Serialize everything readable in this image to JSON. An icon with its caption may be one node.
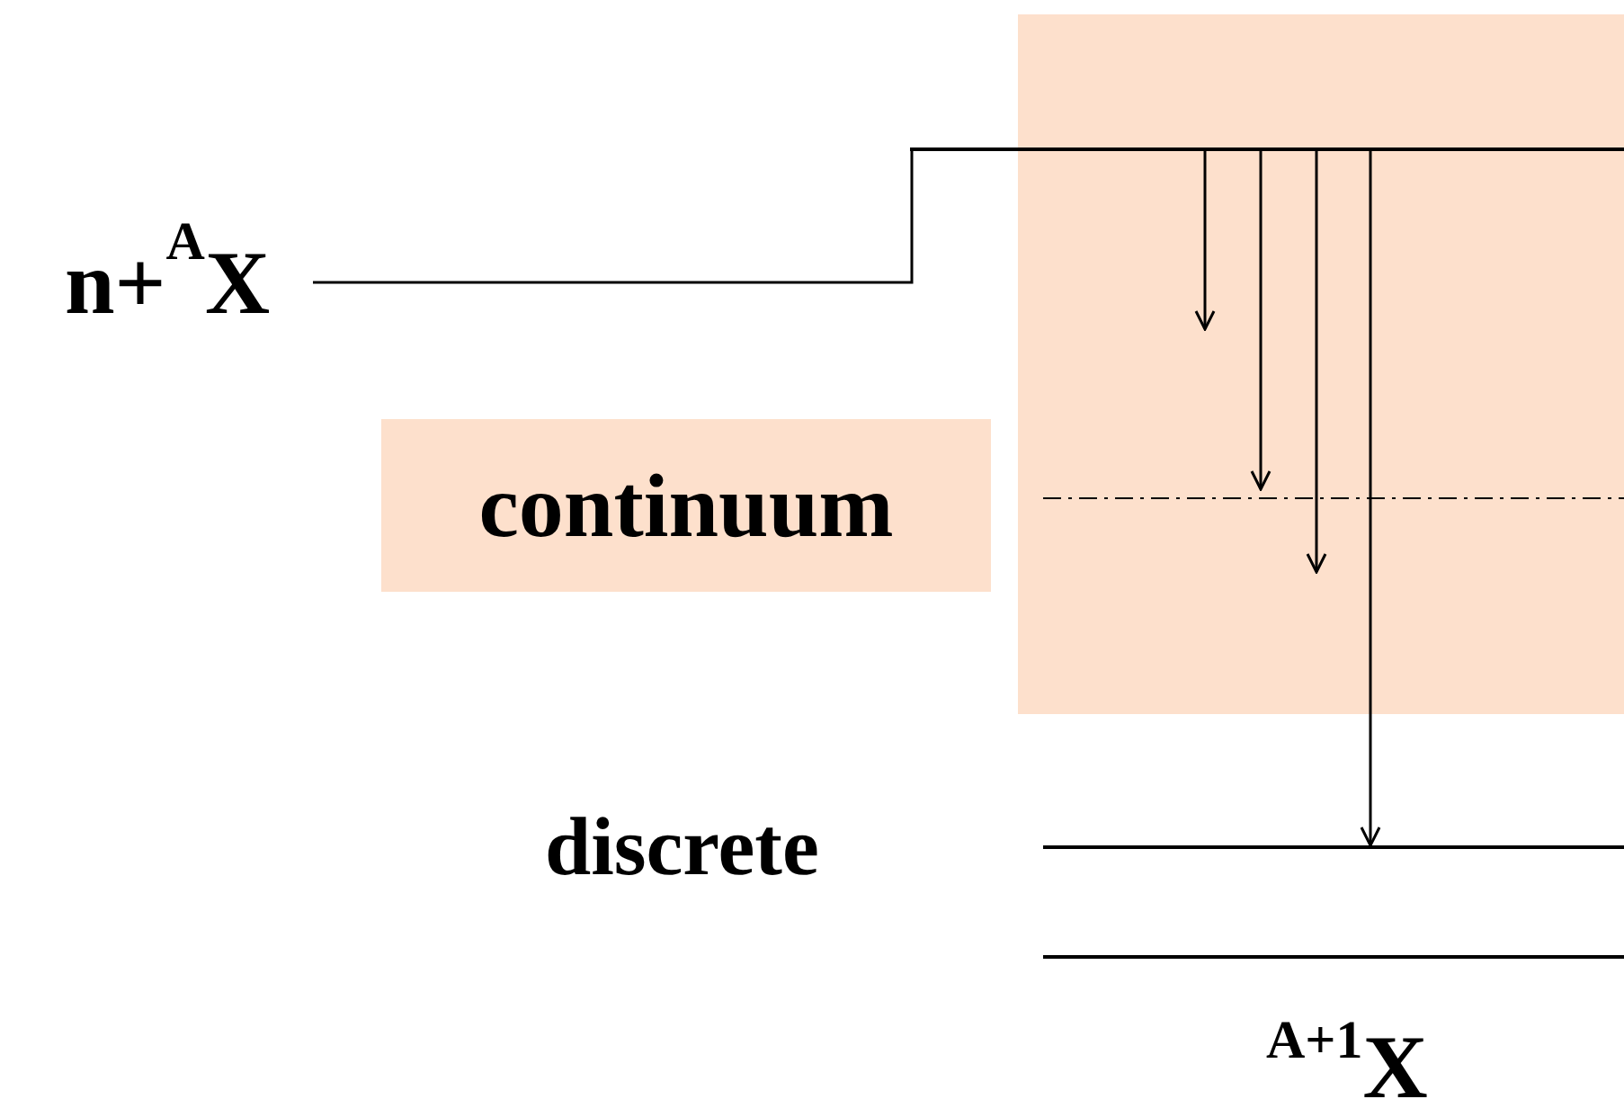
{
  "diagram": {
    "nodes": [
      {
        "text": [
          "n+$^{A}$X"
        ]
      },
      {
        "text": [],
        "shape": "bar"
      },
      {
        "text": [
          "continuum"
        ]
      },
      {
        "text": [],
        "shape": "bar"
      },
      {
        "text": [],
        "shape": "bar"
      }
    ],
    "edges": [
      {
        "from": 0,
        "to": 1,
        "arrow": "none"
      },
      {
        "from": 1,
        "to": null,
        "arrow": "to"
      },
      {
        "from": 1,
        "to": null,
        "arrow": "to"
      },
      {
        "from": 1,
        "to": null,
        "arrow": "to"
      },
      {
        "from": 1,
        "to": 3,
        "arrow": "to"
      }
    ],
    "labels": [
      "discrete",
      "$^{A+1}$X"
    ]
  }
}
